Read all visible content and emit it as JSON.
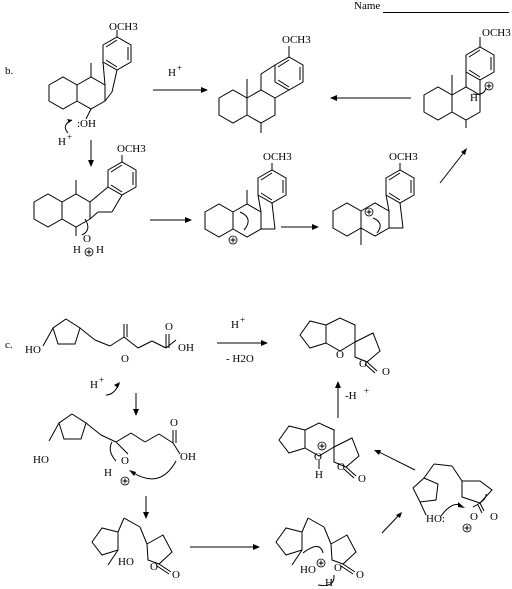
{
  "header": {
    "name_label": "Name"
  },
  "part_b": {
    "label": "b.",
    "ome": "OCH3",
    "reagent_top": "H",
    "oh_label": ":OH",
    "h_plus_attack": "H",
    "oxonium_h_left": "H",
    "oxonium_o": "O",
    "oxonium_h_right": "H",
    "cation_h": "H"
  },
  "part_c": {
    "label": "c.",
    "ho": "HO",
    "ketone_o": "O",
    "acid_oh": "OH",
    "reagent_top": "H",
    "reagent_bottom": "- H2O",
    "h_plus": "H",
    "minus_h_plus": "-H",
    "ring_o": "O",
    "carbonyl_o": "O",
    "h_label": "H",
    "oxocarbenium_o": "O",
    "ho_colon": "HO:",
    "h_dash": "H"
  }
}
